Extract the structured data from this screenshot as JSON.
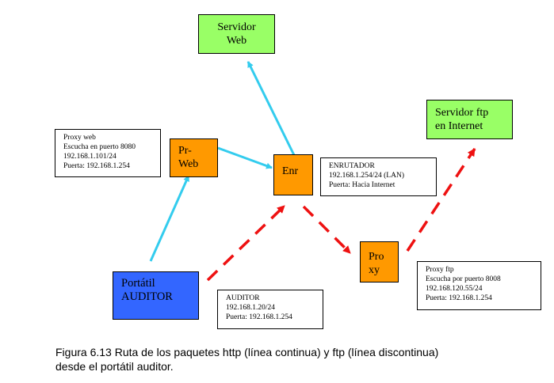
{
  "nodes": {
    "web_server": {
      "lines": [
        "Servidor",
        "Web"
      ],
      "color": "#99ff66"
    },
    "ftp_server": {
      "lines": [
        "Servidor ftp",
        "en Internet"
      ],
      "color": "#99ff66"
    },
    "pr_web": {
      "lines": [
        "Pr-",
        "Web"
      ],
      "color": "#ff9900"
    },
    "router": {
      "lines": [
        "Enr"
      ],
      "color": "#ff9900"
    },
    "proxy": {
      "lines": [
        "Pro",
        "xy"
      ],
      "color": "#ff9900"
    },
    "laptop": {
      "lines": [
        "Portátil",
        "AUDITOR"
      ],
      "color": "#3366ff"
    }
  },
  "notes": {
    "proxy_web": [
      "Proxy web",
      "Escucha en puerto 8080",
      "192.168.1.101/24",
      "Puerta: 192.168.1.254"
    ],
    "router": [
      "ENRUTADOR",
      "192.168.1.254/24 (LAN)",
      "Puerta: Hacia Internet"
    ],
    "auditor": [
      "AUDITOR",
      "192.168.1.20/24",
      "Puerta: 192.168.1.254"
    ],
    "proxy_ftp": [
      "Proxy ftp",
      "Escucha por puerto 8008",
      "192.168.120.55/24",
      "Puerta: 192.168.1.254"
    ]
  },
  "caption": [
    "Figura 6.13 Ruta de los paquetes http (línea continua) y ftp (línea discontinua)",
    "desde el portátil auditor."
  ],
  "colors": {
    "http_path": "#33ccee",
    "ftp_path": "#ee1111"
  }
}
